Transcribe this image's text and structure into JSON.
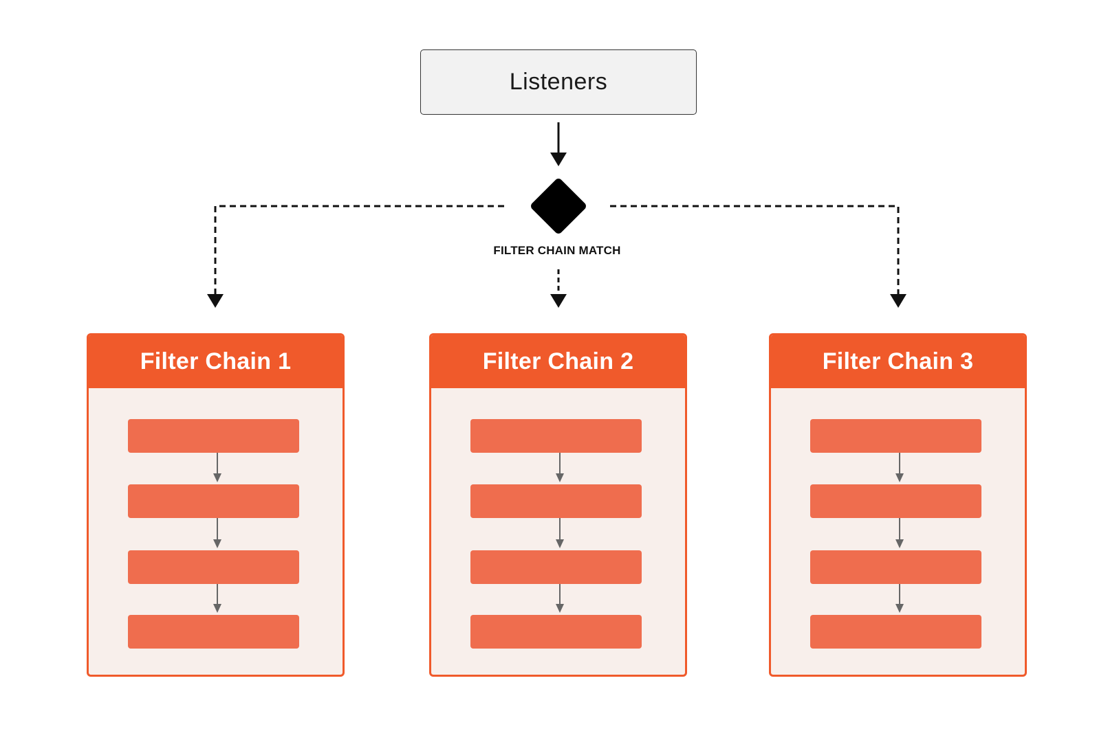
{
  "listeners": {
    "label": "Listeners"
  },
  "match": {
    "label": "FILTER CHAIN MATCH"
  },
  "chains": [
    {
      "title": "Filter Chain 1"
    },
    {
      "title": "Filter Chain 2"
    },
    {
      "title": "Filter Chain 3"
    }
  ],
  "colors": {
    "accent": "#f05a2b",
    "step": "#ef6d4e",
    "panel_bg": "#f8efeb",
    "listener_bg": "#f2f2f2"
  }
}
